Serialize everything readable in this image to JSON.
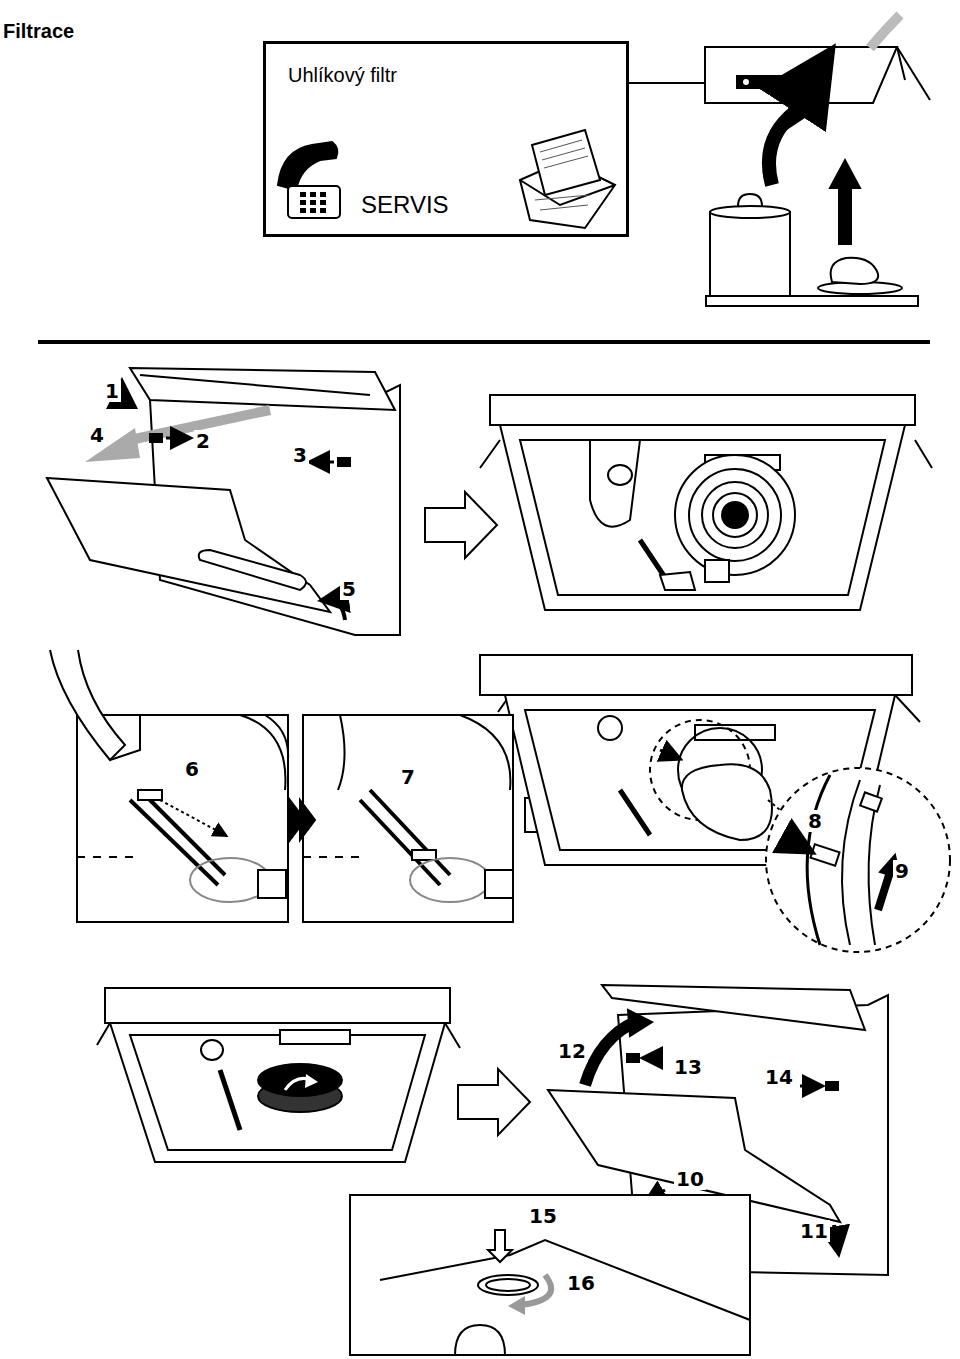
{
  "diagram": {
    "title": "Filtrace",
    "nodes": [
      {
        "text": [
          "Uhlíkový filtr",
          "SERVIS"
        ]
      }
    ],
    "labels": [
      "1",
      "4",
      "2",
      "3",
      "5",
      "6",
      "7",
      "8",
      "9",
      "12",
      "13",
      "14",
      "10",
      "11",
      "15",
      "16"
    ]
  }
}
